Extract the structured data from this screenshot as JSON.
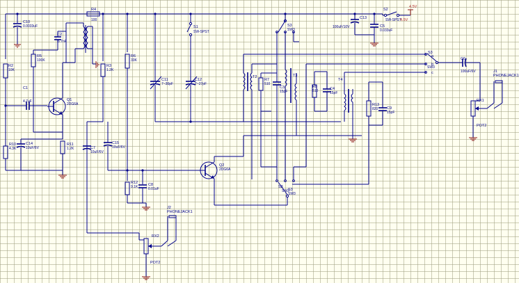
{
  "parts": {
    "c10": {
      "ref": "C10",
      "value": "0.0033uF"
    },
    "c2": {
      "ref": "C2",
      "value": "6.7nF"
    },
    "r4": {
      "ref": "R4",
      "value": "100"
    },
    "r2": {
      "ref": "R2",
      "value": "10K"
    },
    "r5": {
      "ref": "R5",
      "value": "100K"
    },
    "r3": {
      "ref": "R3",
      "value": "1.2K"
    },
    "r6": {
      "ref": "R6",
      "value": "33K"
    },
    "c1": {
      "ref": "C1",
      "value": "4.7uF"
    },
    "q1": {
      "ref": "Q1",
      "value": "2DG6A"
    },
    "r10": {
      "ref": "R10",
      "value": "4.3K"
    },
    "c14": {
      "ref": "C14",
      "value": "10uF/6V"
    },
    "r11": {
      "ref": "R11",
      "value": "1.2K"
    },
    "c7": {
      "ref": "C7",
      "value": "10uF/6V"
    },
    "c15": {
      "ref": "C15",
      "value": "10uF/6V"
    },
    "s1": {
      "ref": "S1",
      "value": "SW-SPST"
    },
    "c11": {
      "ref": "C11",
      "value": "7~30pF"
    },
    "c12": {
      "ref": "C12",
      "value": "7~27pF"
    },
    "t1": {
      "ref": "T1"
    },
    "t2": {
      "ref": "T2"
    },
    "t3": {
      "ref": "T3"
    },
    "t4": {
      "ref": "T4"
    },
    "r7": {
      "ref": "R7",
      "value": "510"
    },
    "r8": {
      "ref": "R8",
      "value": "510"
    },
    "c3": {
      "ref": "C3",
      "value": "15pF"
    },
    "c4": {
      "ref": "C4",
      "value": "15pF"
    },
    "r13": {
      "ref": "R13",
      "value": "820"
    },
    "c9": {
      "ref": "C9",
      "value": "15pF"
    },
    "c13": {
      "ref": "C13",
      "value": "100uF/10V"
    },
    "c5": {
      "ref": "C5",
      "value": "0.033uF"
    },
    "s2": {
      "ref": "S2",
      "value": "SW-SPST"
    },
    "bat": {
      "ref": "4.5V",
      "value": "4.5V"
    },
    "s3a": {
      "ref": "S3",
      "value": "SW3"
    },
    "s3b": {
      "ref": "S3",
      "value": "SW3"
    },
    "s3c": {
      "ref": "S3",
      "value": "SW3"
    },
    "s3d": {
      "ref": "S3",
      "value": "SW3"
    },
    "c6": {
      "ref": "C6",
      "value": "100uF/6V"
    },
    "j1": {
      "ref": "J1",
      "value": "PHONEJACK1"
    },
    "rx1": {
      "ref": "RX1"
    },
    "pot1": {
      "ref": "POT2"
    },
    "q2": {
      "ref": "Q2",
      "value": "2DG6A"
    },
    "r12": {
      "ref": "R12",
      "value": "9.1K"
    },
    "c8": {
      "ref": "C8",
      "value": "0.01uF"
    },
    "j2": {
      "ref": "J2",
      "value": "PHONEJACK1"
    },
    "rx2": {
      "ref": "RX2"
    },
    "pot2": {
      "ref": "POT2"
    }
  },
  "switch_positions": {
    "a": "a",
    "b": "b",
    "c": "c"
  }
}
